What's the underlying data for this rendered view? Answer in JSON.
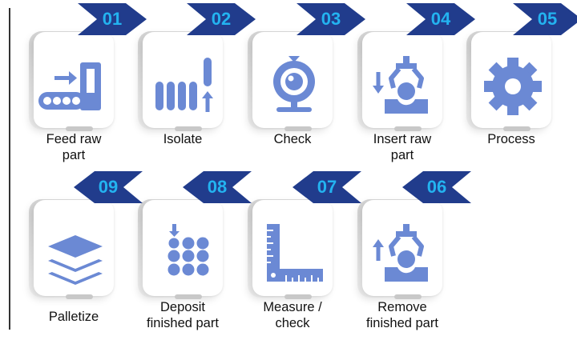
{
  "colors": {
    "icon": "#6b89d4",
    "badge": "#213c8c",
    "badge_text": "#23b3f0",
    "tile": "#ffffff"
  },
  "steps": [
    {
      "num": "01",
      "label_lines": [
        "Feed raw",
        "part"
      ],
      "icon": "feeder-icon",
      "direction": "right"
    },
    {
      "num": "02",
      "label_lines": [
        "Isolate",
        ""
      ],
      "icon": "isolate-icon",
      "direction": "right"
    },
    {
      "num": "03",
      "label_lines": [
        "Check",
        ""
      ],
      "icon": "camera-icon",
      "direction": "right"
    },
    {
      "num": "04",
      "label_lines": [
        "Insert raw",
        "part"
      ],
      "icon": "gripper-insert-icon",
      "direction": "right"
    },
    {
      "num": "05",
      "label_lines": [
        "Process",
        ""
      ],
      "icon": "gear-icon",
      "direction": "right"
    },
    {
      "num": "06",
      "label_lines": [
        "Remove",
        "finished part"
      ],
      "icon": "gripper-remove-icon",
      "direction": "left"
    },
    {
      "num": "07",
      "label_lines": [
        "Measure /",
        "check"
      ],
      "icon": "ruler-square-icon",
      "direction": "left"
    },
    {
      "num": "08",
      "label_lines": [
        "Deposit",
        "finished part"
      ],
      "icon": "deposit-grid-icon",
      "direction": "left"
    },
    {
      "num": "09",
      "label_lines": [
        "Palletize",
        ""
      ],
      "icon": "layers-icon",
      "direction": "left"
    }
  ]
}
